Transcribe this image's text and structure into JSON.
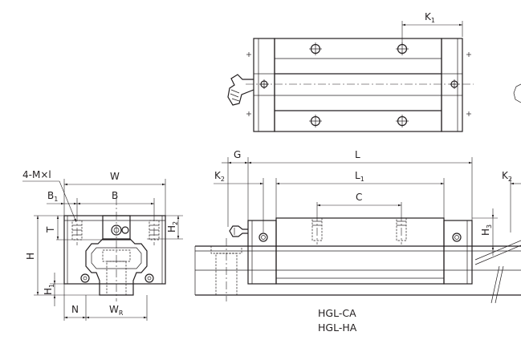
{
  "labels": {
    "K1": "K",
    "K1_sub": "1",
    "G": "G",
    "L": "L",
    "L1": "L",
    "L1_sub": "1",
    "K2_left": "K",
    "K2_left_sub": "2",
    "K2_right": "K",
    "K2_right_sub": "2",
    "C": "C",
    "H3": "H",
    "H3_sub": "3",
    "bolt_spec": "4-M×l",
    "W": "W",
    "B1": "B",
    "B1_sub": "1",
    "B": "B",
    "T": "T",
    "H2": "H",
    "H2_sub": "2",
    "H": "H",
    "H1": "H",
    "H1_sub": "1",
    "N": "N",
    "WR": "W",
    "WR_sub": "R"
  },
  "captions": {
    "line1": "HGL-CA",
    "line2": "HGL-HA"
  }
}
